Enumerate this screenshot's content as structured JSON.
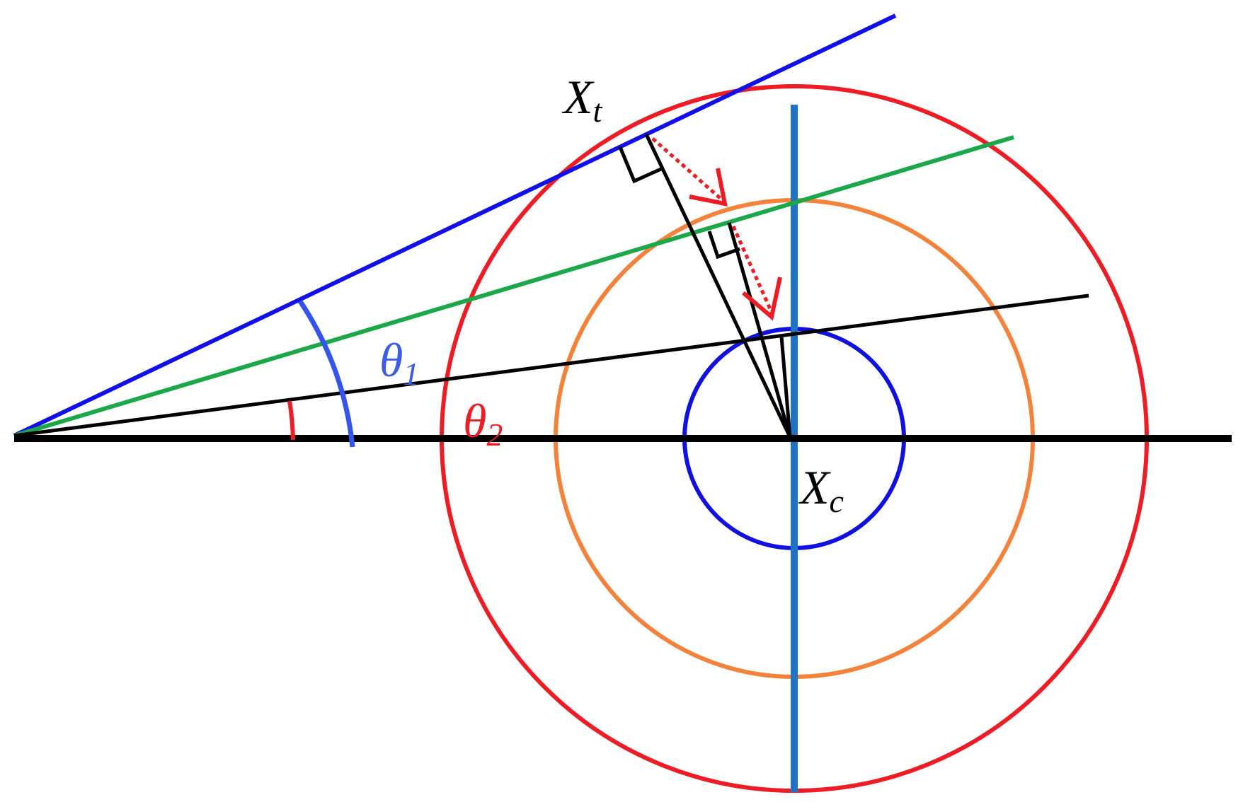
{
  "labels": {
    "xt": {
      "main": "X",
      "sub": "t"
    },
    "xc": {
      "main": "X",
      "sub": "c"
    },
    "theta1": {
      "main": "θ",
      "sub": "1"
    },
    "theta2": {
      "main": "θ",
      "sub": "2"
    }
  },
  "colors": {
    "black": "#000000",
    "blue_line": "#1010e8",
    "green_line": "#1aa848",
    "red_circle": "#ee1c24",
    "orange_circle": "#f4823a",
    "small_circle": "#1010e0",
    "vertical_axis": "#1f73c4",
    "theta1_arc": "#3355ee",
    "theta1_text": "#3b5de8",
    "theta2": "#ee1c24"
  }
}
